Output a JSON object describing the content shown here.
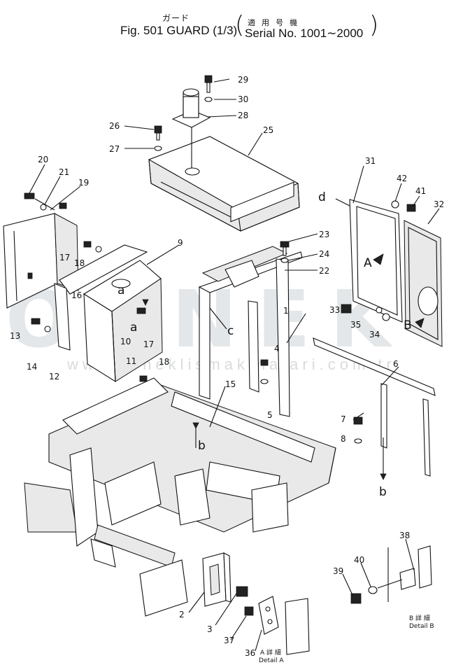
{
  "header": {
    "title_jp": "ガード",
    "fig_title": "Fig. 501  GUARD (1/3)",
    "serial_jp": "適 用 号 機",
    "serial": "Serial  No. 1001∼2000",
    "paren_left": "(",
    "paren_right": ")"
  },
  "watermark": {
    "brand": "ORNEK",
    "url": "www.orneklismakinalari.com.tr"
  },
  "part_numbers": [
    "1",
    "2",
    "3",
    "4",
    "5",
    "6",
    "7",
    "8",
    "9",
    "10",
    "11",
    "12",
    "13",
    "14",
    "15",
    "16",
    "17",
    "17",
    "18",
    "18",
    "19",
    "20",
    "21",
    "22",
    "23",
    "24",
    "25",
    "26",
    "27",
    "28",
    "29",
    "30",
    "31",
    "32",
    "33",
    "34",
    "35",
    "36",
    "37",
    "38",
    "39",
    "40",
    "41",
    "42"
  ],
  "view_letters": [
    "a",
    "a",
    "b",
    "b",
    "c",
    "d",
    "A",
    "B"
  ],
  "details": {
    "a_jp": "A 詳 細",
    "a_label": "Detail A",
    "b_jp": "B 詳 細",
    "b_label": "Detail B"
  }
}
